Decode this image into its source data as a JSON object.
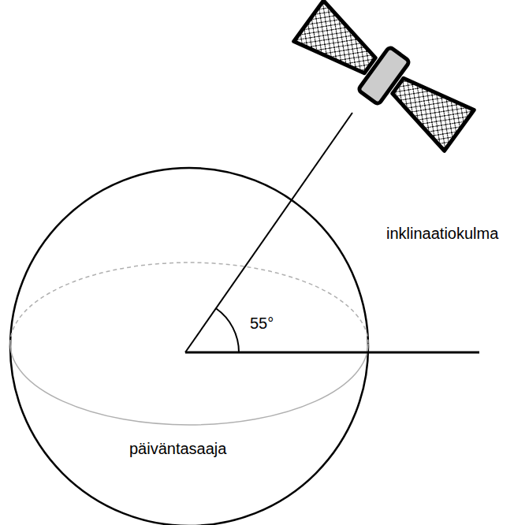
{
  "diagram": {
    "labels": [
      "inklinaatiokulma",
      "55°",
      "päiväntasaaja"
    ]
  }
}
